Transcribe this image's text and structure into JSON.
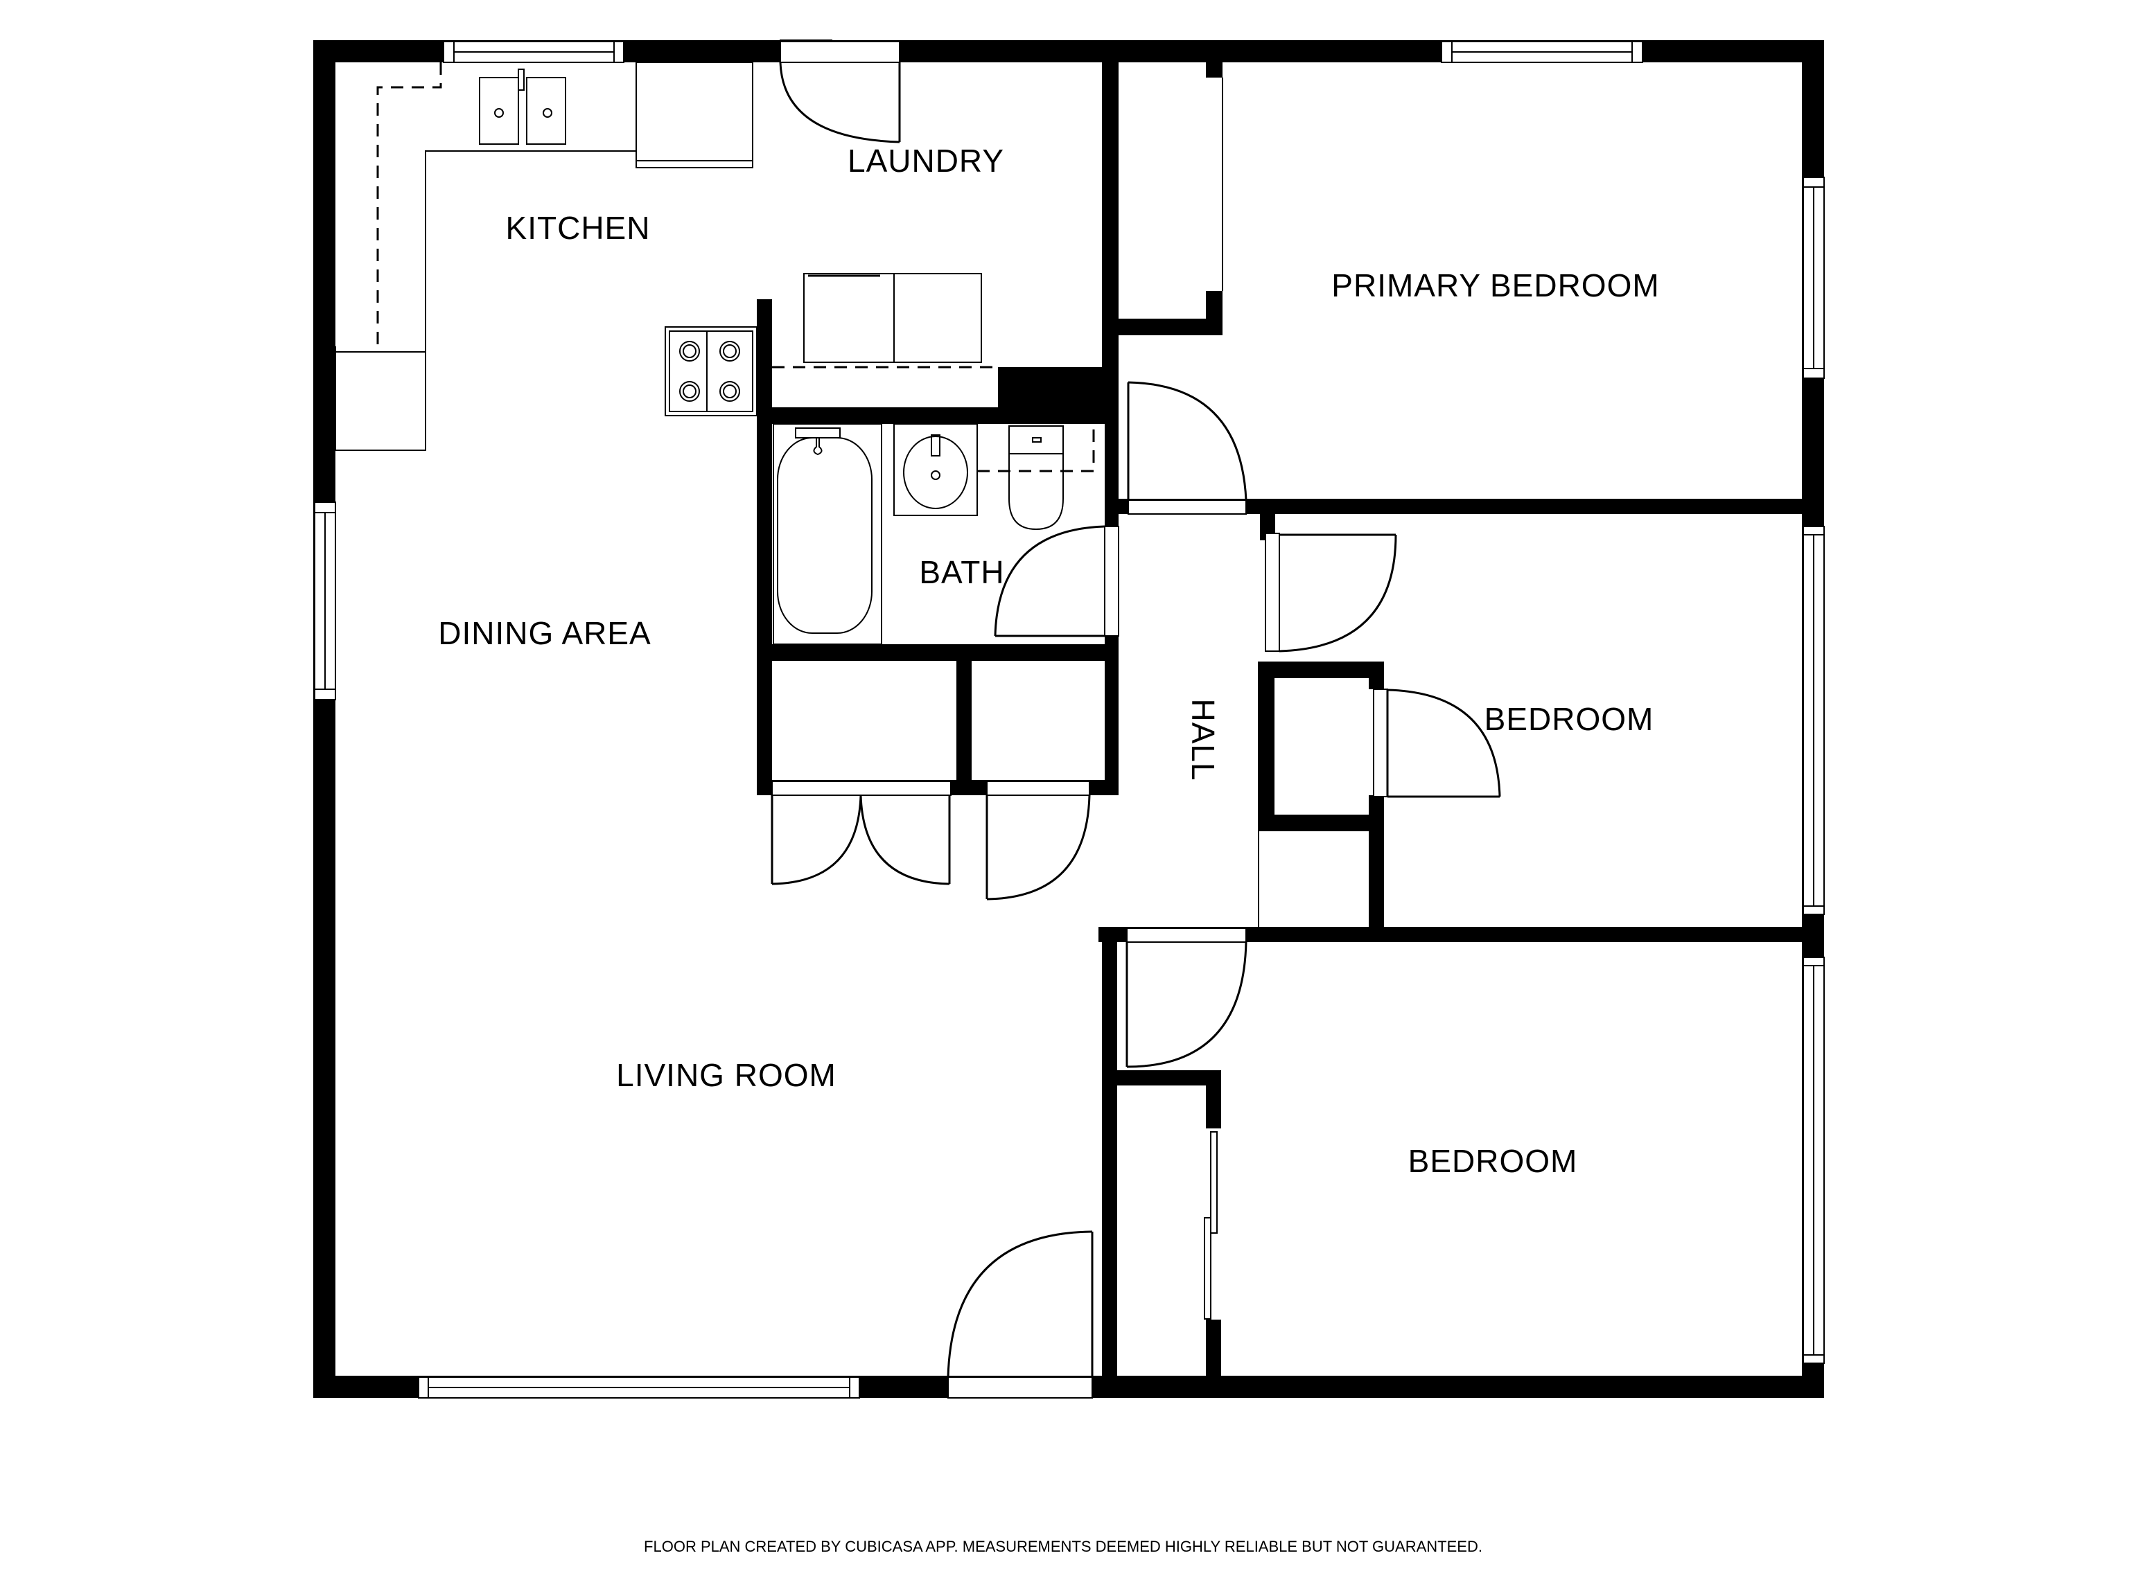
{
  "floor_plan": {
    "rooms": [
      {
        "id": "kitchen",
        "label": "KITCHEN"
      },
      {
        "id": "laundry",
        "label": "LAUNDRY"
      },
      {
        "id": "primary-bedroom",
        "label": "PRIMARY BEDROOM"
      },
      {
        "id": "bath",
        "label": "BATH"
      },
      {
        "id": "dining-area",
        "label": "DINING AREA"
      },
      {
        "id": "hall",
        "label": "HALL"
      },
      {
        "id": "bedroom-2",
        "label": "BEDROOM"
      },
      {
        "id": "living-room",
        "label": "LIVING ROOM"
      },
      {
        "id": "bedroom-3",
        "label": "BEDROOM"
      }
    ],
    "fixtures": [
      "double-sink",
      "dishwasher",
      "range-4-burner",
      "washer",
      "dryer",
      "bathtub",
      "bathroom-sink",
      "toilet"
    ],
    "colors": {
      "wall": "#000000",
      "background": "#ffffff"
    }
  },
  "footer": {
    "disclaimer": "FLOOR PLAN CREATED BY CUBICASA APP. MEASUREMENTS DEEMED HIGHLY RELIABLE BUT NOT GUARANTEED."
  }
}
